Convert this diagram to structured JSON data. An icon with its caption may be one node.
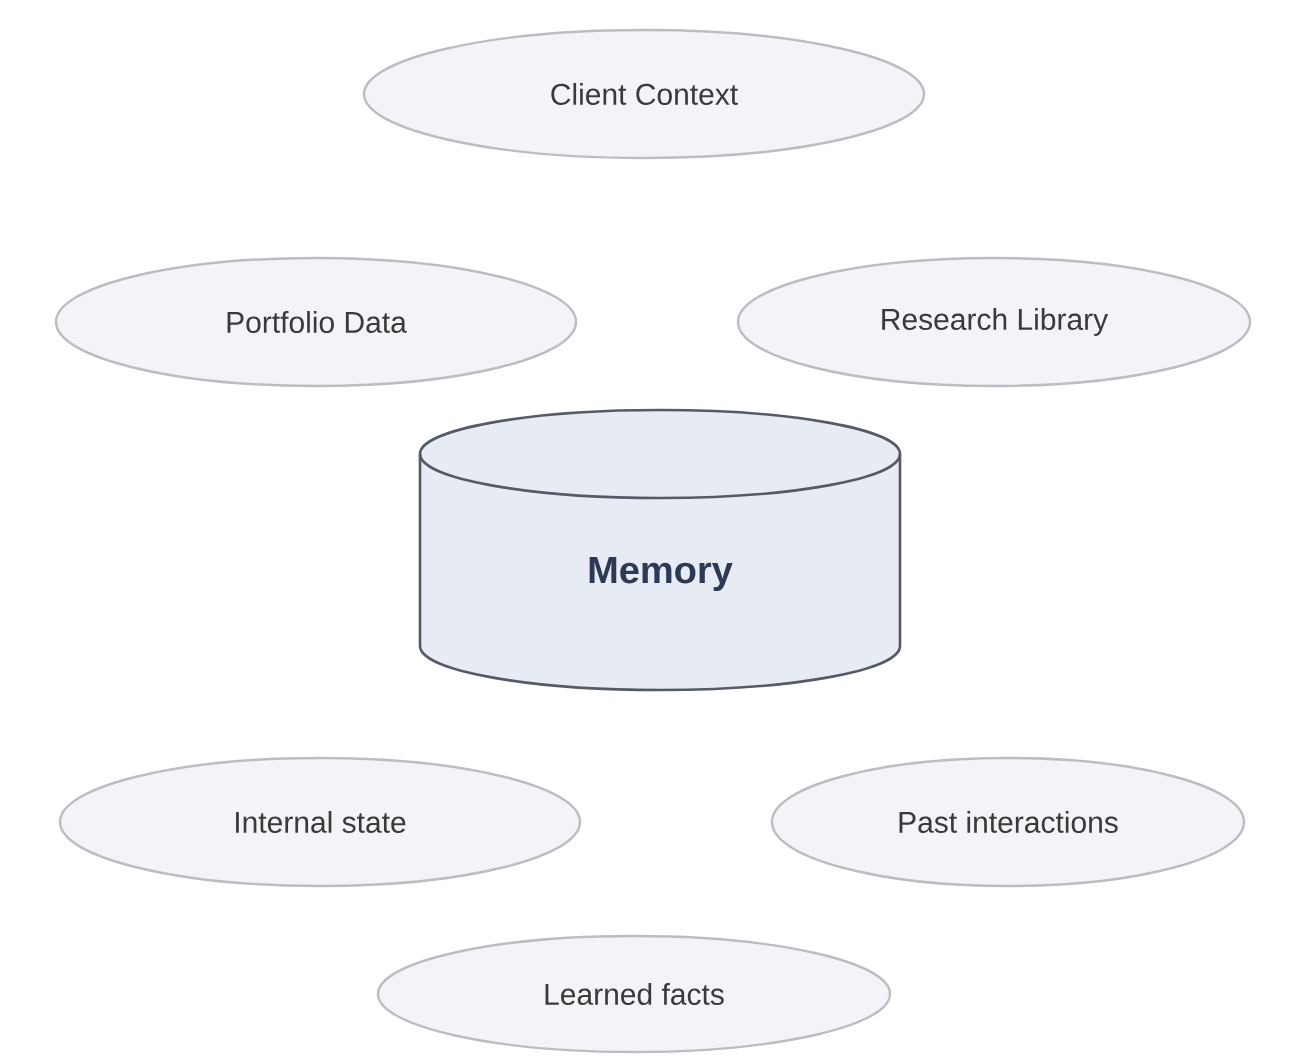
{
  "diagram": {
    "nodes": [
      {
        "text": [
          "Client Context"
        ]
      },
      {
        "text": [
          "Portfolio Data"
        ]
      },
      {
        "text": [
          "Research Library"
        ]
      },
      {
        "text": [
          "Memory"
        ]
      },
      {
        "text": [
          "Internal state"
        ]
      },
      {
        "text": [
          "Past interactions"
        ]
      },
      {
        "text": [
          "Learned facts"
        ]
      }
    ]
  }
}
